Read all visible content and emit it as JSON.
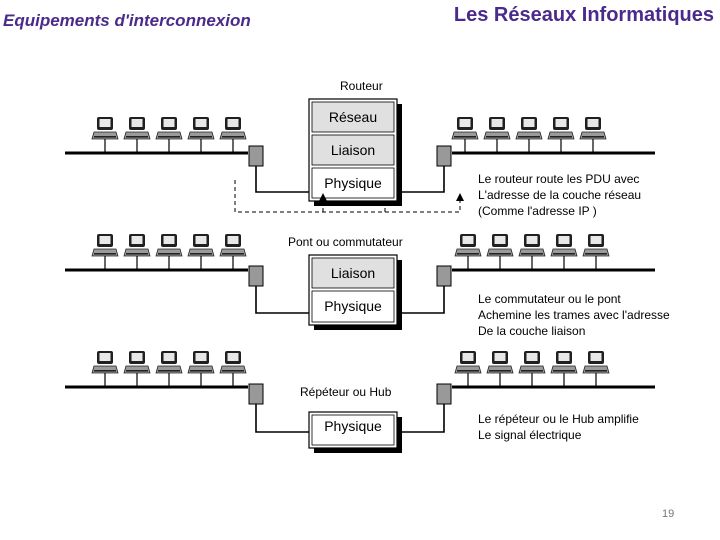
{
  "header": {
    "left_title": "Equipements d'interconnexion",
    "right_title": "Les Réseaux Informatiques"
  },
  "page_number": "19",
  "colors": {
    "header": "#4a2b8c",
    "layer_box": "#e0e0e0"
  },
  "sections": [
    {
      "device_label": "Routeur",
      "layers": [
        "Réseau",
        "Liaison",
        "Physique"
      ],
      "description": [
        "Le routeur route les PDU avec",
        "L'adresse de la couche réseau",
        "(Comme l'adresse IP )"
      ]
    },
    {
      "device_label": "Pont ou commutateur",
      "layers": [
        "Liaison",
        "Physique"
      ],
      "description": [
        "Le commutateur ou le pont",
        "Achemine les trames avec l'adresse",
        "De la couche liaison"
      ]
    },
    {
      "device_label": "Répéteur ou Hub",
      "layers": [
        "Physique"
      ],
      "description": [
        "Le répéteur ou le Hub amplifie",
        "Le signal électrique"
      ]
    }
  ]
}
